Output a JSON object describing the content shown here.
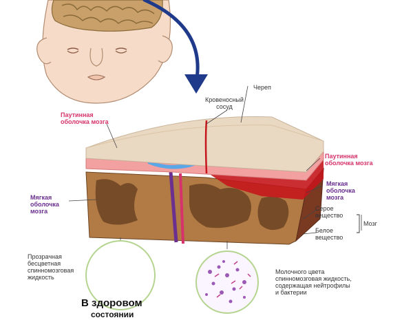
{
  "labels": {
    "skull": "Череп",
    "vessel": "Кровеносный\nсосуд",
    "arachnoid_left": "Паутинная\nоболочка мозга",
    "arachnoid_right": "Паутинная\nоболочка мозга",
    "pia_right": "Мягкая\nоболочка\nмозга",
    "pia_left": "Мягкая\nоболочка\nмозга",
    "gray_matter": "Серое\nвещество",
    "white_matter": "Белое\nвещество",
    "brain": "Мозг",
    "clear_csf": "Прозрачная\nбесцветная\nспинномозговая\nжидкость",
    "milky_csf": "Молочного цвета\nспинномозговая жидкость,\nсодержащая нейтрофилы\nи бактерии",
    "healthy": "В здоровом",
    "healthy_cut": "состоянии"
  },
  "colors": {
    "skin": "#f6dcc8",
    "brain_outline": "#8a6a3a",
    "brain_fill": "#c9a06a",
    "arrow": "#1f3a8a",
    "skull": "#ead9c2",
    "arachnoid": "#f2a0a0",
    "csf_blue": "#5aa7e8",
    "white_matter": "#b27a45",
    "gray_matter": "#6b4423",
    "meningitis_red": "#c4161c",
    "pink_label": "#d6336c",
    "purple_label": "#6a2f8f"
  }
}
